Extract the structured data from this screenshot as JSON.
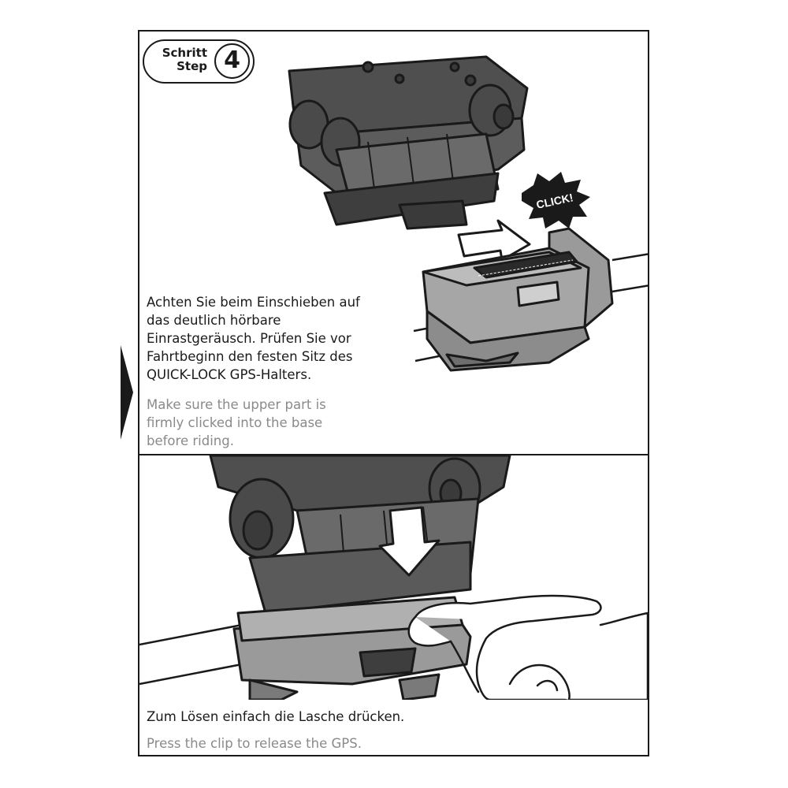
{
  "step": {
    "label_de": "Schritt",
    "label_en": "Step",
    "number": "4"
  },
  "top_illustration": {
    "burst_text": "CLICK!"
  },
  "top_text": {
    "de_lines": [
      "Achten Sie beim Einschieben auf",
      "das deutlich hörbare",
      "Einrastgeräusch. Prüfen Sie vor",
      "Fahrtbeginn den festen Sitz des",
      "QUICK-LOCK GPS-Halters."
    ],
    "en_lines": [
      "Make sure the upper part is",
      "firmly clicked into the base",
      "before riding."
    ]
  },
  "bottom_text": {
    "de": "Zum Lösen einfach die Lasche drücken.",
    "en": "Press the clip to release the GPS."
  },
  "colors": {
    "ink": "#1a1a1a",
    "dark_part": "#5a5a5a",
    "light_part": "#9a9a9a",
    "en_text": "#8a8a8a"
  }
}
